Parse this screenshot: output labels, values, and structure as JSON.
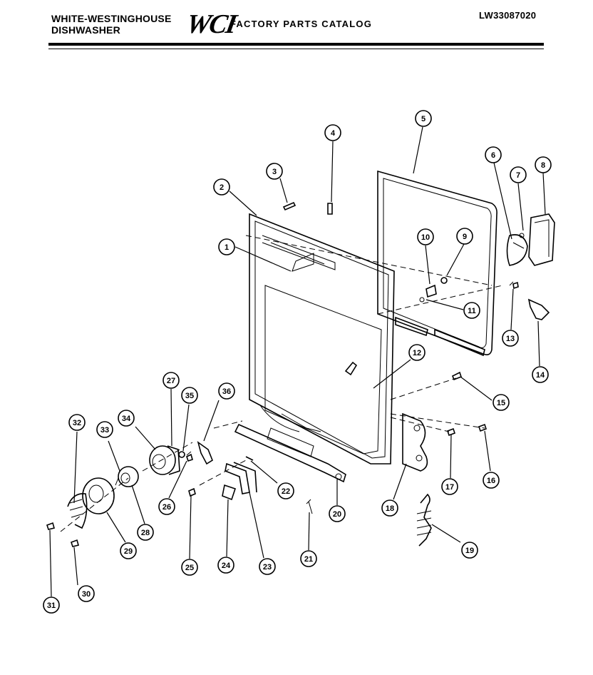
{
  "header": {
    "brand_line1": "WHITE-WESTINGHOUSE",
    "brand_line2": "DISHWASHER",
    "logo_text": "WCI",
    "catalog_title": "FACTORY PARTS CATALOG",
    "model_number": "LW33087020"
  },
  "callouts": [
    "1",
    "2",
    "3",
    "4",
    "5",
    "6",
    "7",
    "8",
    "9",
    "10",
    "11",
    "12",
    "13",
    "14",
    "15",
    "16",
    "17",
    "18",
    "19",
    "20",
    "21",
    "22",
    "23",
    "24",
    "25",
    "26",
    "27",
    "28",
    "29",
    "30",
    "31",
    "32",
    "33",
    "34",
    "35",
    "36"
  ]
}
